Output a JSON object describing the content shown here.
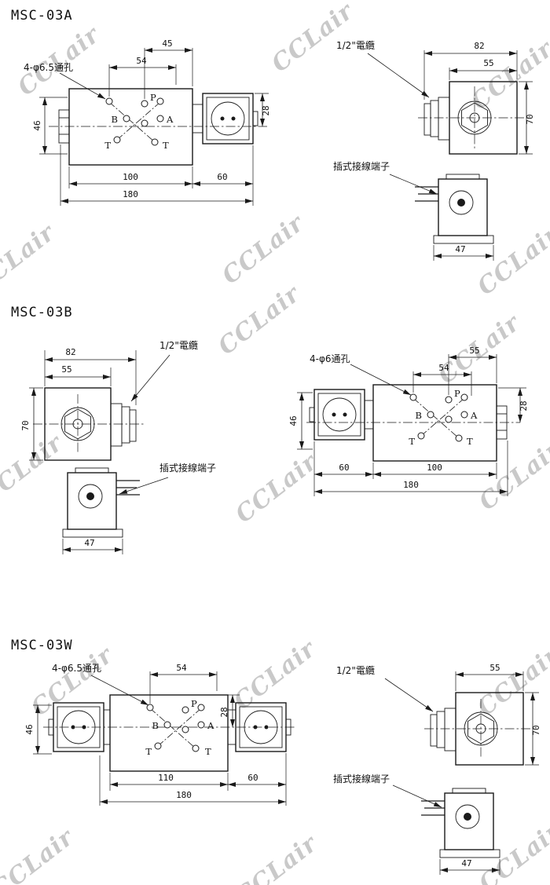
{
  "watermark": {
    "text": "CCLair"
  },
  "sections": {
    "a": {
      "title": "MSC-03A",
      "valve": {
        "hole_label": "4-φ6.5通孔",
        "dim_p_to_edge": "45",
        "dim_bolt_span": "54",
        "ports": {
          "p": "P",
          "a": "A",
          "b": "B",
          "t1": "T",
          "t2": "T"
        },
        "dim_side": "46",
        "dim_to_center": "28",
        "dim_body_len": "100",
        "dim_solenoid": "60",
        "dim_total_len": "180"
      },
      "side": {
        "cable_label": "1/2\"電纜",
        "dim_overall_w": "82",
        "dim_body_w": "55",
        "dim_height": "70",
        "terminal_label": "插式接線端子",
        "dim_connector_w": "47"
      }
    },
    "b": {
      "title": "MSC-03B",
      "valve": {
        "hole_label": "4-φ6通孔",
        "dim_p_to_edge": "55",
        "dim_bolt_span": "54",
        "ports": {
          "p": "P",
          "a": "A",
          "b": "B",
          "t1": "T",
          "t2": "T"
        },
        "dim_side": "46",
        "dim_to_center": "28",
        "dim_body_len": "100",
        "dim_solenoid": "60",
        "dim_total_len": "180"
      },
      "side": {
        "cable_label": "1/2\"電纜",
        "dim_overall_w": "82",
        "dim_body_w": "55",
        "dim_height": "70",
        "terminal_label": "插式接線端子",
        "dim_connector_w": "47"
      }
    },
    "w": {
      "title": "MSC-03W",
      "valve": {
        "hole_label": "4-φ6.5通孔",
        "dim_bolt_span": "54",
        "ports": {
          "p": "P",
          "a": "A",
          "b": "B",
          "t1": "T",
          "t2": "T"
        },
        "dim_side": "46",
        "dim_to_center": "28",
        "dim_body_len": "110",
        "dim_solenoid": "60",
        "dim_total_len": "180"
      },
      "side": {
        "cable_label": "1/2\"電纜",
        "dim_body_w": "55",
        "dim_height": "70",
        "terminal_label": "插式接線端子",
        "dim_connector_w": "47"
      }
    }
  }
}
